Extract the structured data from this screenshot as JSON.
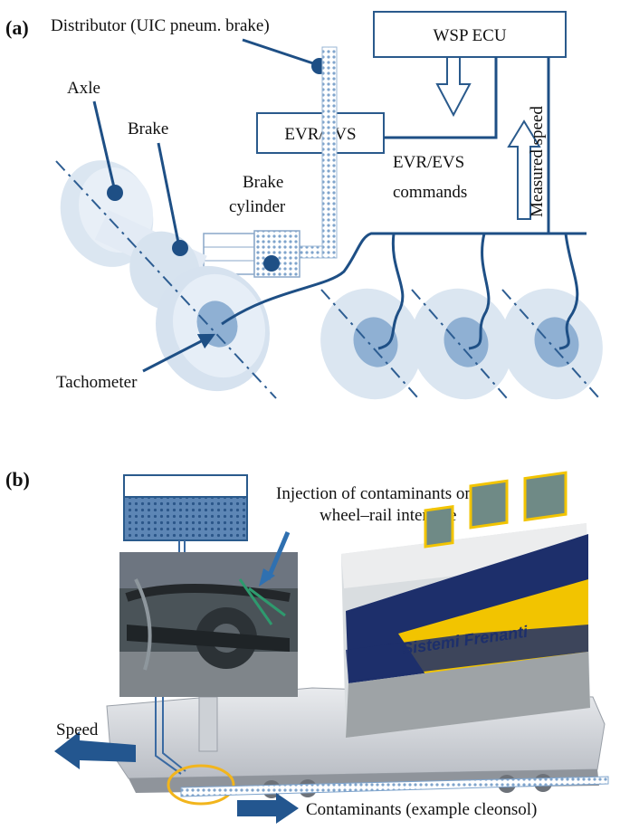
{
  "panel_a": {
    "tag": "(a)",
    "labels": {
      "distributor": "Distributor (UIC pneum. brake)",
      "wsp_ecu": "WSP ECU",
      "evr_evs": "EVR/EVS",
      "evr_cmd_1": "EVR/EVS",
      "evr_cmd_2": "commands",
      "measured_speed": "Measured speed",
      "axle": "Axle",
      "brake": "Brake",
      "brake_cyl_1": "Brake",
      "brake_cyl_2": "cylinder",
      "tachometer": "Tachometer"
    }
  },
  "panel_b": {
    "tag": "(b)",
    "labels": {
      "injection_1": "Injection of contaminants on",
      "injection_2": "wheel–rail interface",
      "speed": "Speed",
      "contaminants": "Contaminants (example cleonsol)",
      "coach_text": "Sistemi Frenanti"
    }
  },
  "colors": {
    "line": "#1e4f85",
    "wheel": "#dbe6f1",
    "hub": "#8fb0d3",
    "pipe_dots": "#b9cde2",
    "highlight": "#f2b51d",
    "coach_yellow": "#f2c400",
    "coach_blue": "#1d2f6b"
  }
}
